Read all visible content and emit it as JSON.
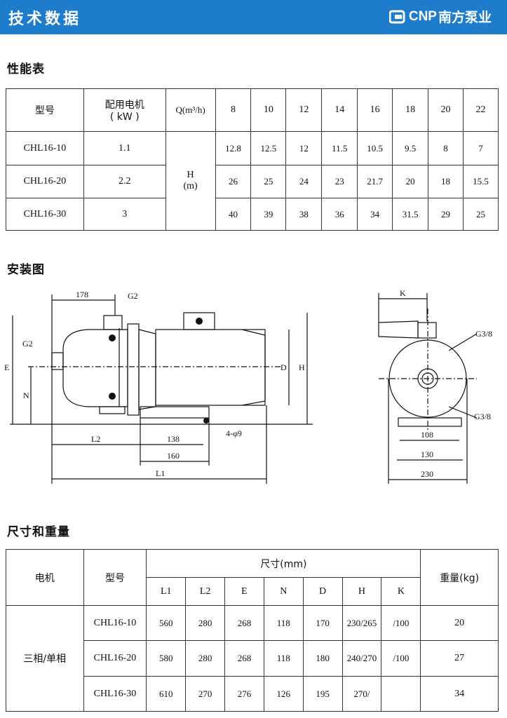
{
  "header": {
    "title": "技术数据",
    "brand_en": "CNP",
    "brand_cn": "南方泵业"
  },
  "sections": {
    "performance": "性能表",
    "installation": "安装图",
    "dimensions": "尺寸和重量"
  },
  "performance_table": {
    "col_model": "型号",
    "col_motor_line1": "配用电机",
    "col_motor_line2": "( kW )",
    "col_q": "Q(m³/h)",
    "h_label_line1": "H",
    "h_label_line2": "(m)",
    "flows": [
      "8",
      "10",
      "12",
      "14",
      "16",
      "18",
      "20",
      "22"
    ],
    "rows": [
      {
        "model": "CHL16-10",
        "power": "1.1",
        "heads": [
          "12.8",
          "12.5",
          "12",
          "11.5",
          "10.5",
          "9.5",
          "8",
          "7"
        ]
      },
      {
        "model": "CHL16-20",
        "power": "2.2",
        "heads": [
          "26",
          "25",
          "24",
          "23",
          "21.7",
          "20",
          "18",
          "15.5"
        ]
      },
      {
        "model": "CHL16-30",
        "power": "3",
        "heads": [
          "40",
          "39",
          "38",
          "36",
          "34",
          "31.5",
          "29",
          "25"
        ]
      }
    ]
  },
  "drawing_labels": {
    "d178": "178",
    "g2_top": "G2",
    "g2_side": "G2",
    "e": "E",
    "n": "N",
    "d": "D",
    "h": "H",
    "l2": "L2",
    "d138": "138",
    "d160": "160",
    "l1": "L1",
    "holes": "4-φ9",
    "k": "K",
    "g38_top": "G3/8",
    "g38_bottom": "G3/8",
    "d108": "108",
    "d130": "130",
    "d230": "230"
  },
  "dimension_table": {
    "col_motor": "电机",
    "col_model": "型号",
    "col_size": "尺寸(mm)",
    "col_weight": "重量(kg)",
    "sub_cols": [
      "L1",
      "L2",
      "E",
      "N",
      "D",
      "H",
      "K"
    ],
    "motor_type": "三相/单相",
    "rows": [
      {
        "model": "CHL16-10",
        "values": [
          "560",
          "280",
          "268",
          "118",
          "170",
          "230/265",
          "/100"
        ],
        "weight": "20"
      },
      {
        "model": "CHL16-20",
        "values": [
          "580",
          "280",
          "268",
          "118",
          "180",
          "240/270",
          "/100"
        ],
        "weight": "27"
      },
      {
        "model": "CHL16-30",
        "values": [
          "610",
          "270",
          "276",
          "126",
          "195",
          "270/",
          ""
        ],
        "weight": "34"
      }
    ]
  }
}
